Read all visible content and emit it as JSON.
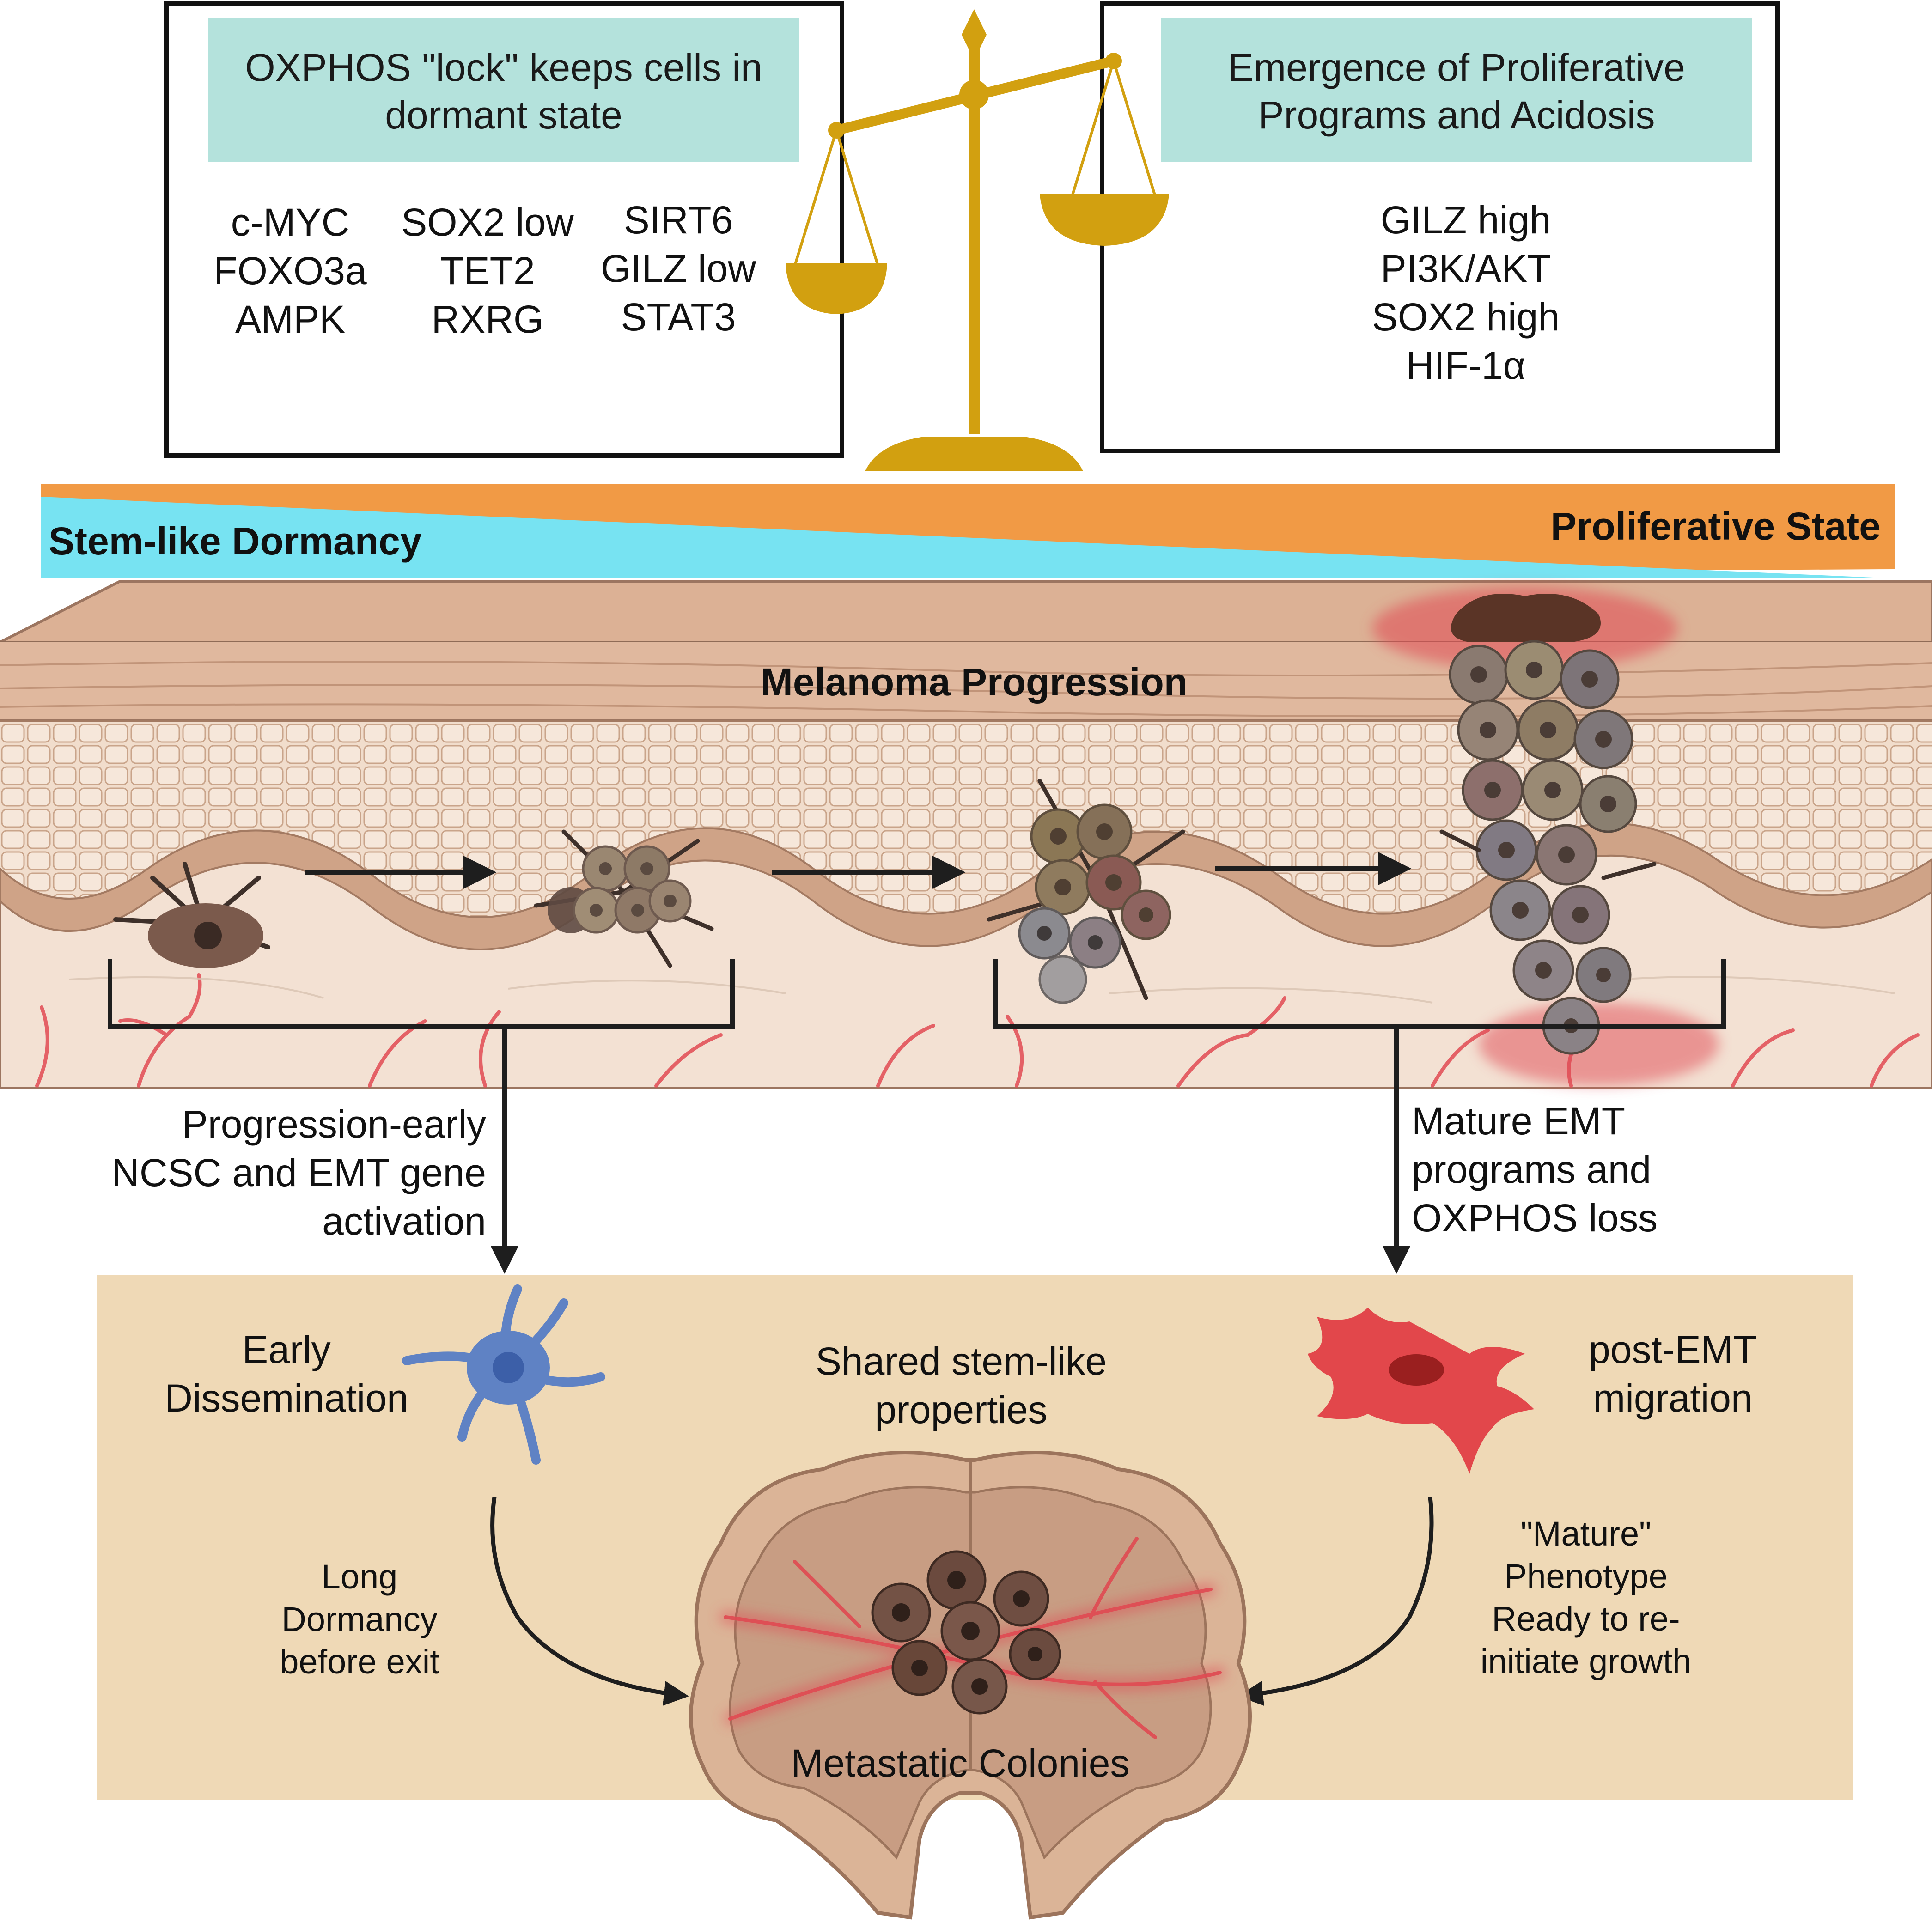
{
  "left_panel": {
    "header_lines": [
      "OXPHOS \"lock\" keeps cells in",
      "dormant state"
    ],
    "genes_col1": [
      "c-MYC",
      "FOXO3a",
      "AMPK"
    ],
    "genes_col2": [
      "SOX2 low",
      "TET2",
      "RXRG"
    ],
    "genes_col3": [
      "SIRT6",
      "GILZ low",
      "STAT3"
    ]
  },
  "right_panel": {
    "header_lines": [
      "Emergence of Proliferative",
      "Programs and Acidosis"
    ],
    "genes": [
      "GILZ high",
      "PI3K/AKT",
      "SOX2 high",
      "HIF-1α"
    ]
  },
  "band": {
    "left_label": "Stem-like Dormancy",
    "right_label": "Proliferative State"
  },
  "skin": {
    "title": "Melanoma Progression"
  },
  "branches": {
    "left_lines": [
      "Progression-early",
      "NCSC and EMT gene",
      "activation"
    ],
    "right_lines": [
      "Mature EMT",
      "programs and",
      "OXPHOS loss"
    ]
  },
  "bottom": {
    "early_lines": [
      "Early",
      "Dissemination"
    ],
    "shared_lines": [
      "Shared stem-like",
      "properties"
    ],
    "post_emt_lines": [
      "post-EMT",
      "migration"
    ],
    "long_dormancy_lines": [
      "Long",
      "Dormancy",
      "before exit"
    ],
    "mature_lines": [
      "\"Mature\"",
      "Phenotype",
      "Ready to re-",
      "initiate growth"
    ],
    "colonies_label": "Metastatic Colonies"
  },
  "colors": {
    "header_fill": "#b4e2dc",
    "balance_gold": "#d2a010",
    "band_cyan": "#77e3f2",
    "band_orange": "#f19a45",
    "skin_top": "#dfb59c",
    "dermis": "#f3e1d3",
    "bottom_panel": "#efd9b6",
    "vessel_red": "#e04a52",
    "early_cell": "#5f82c4",
    "post_emt_cell": "#e2474b"
  }
}
